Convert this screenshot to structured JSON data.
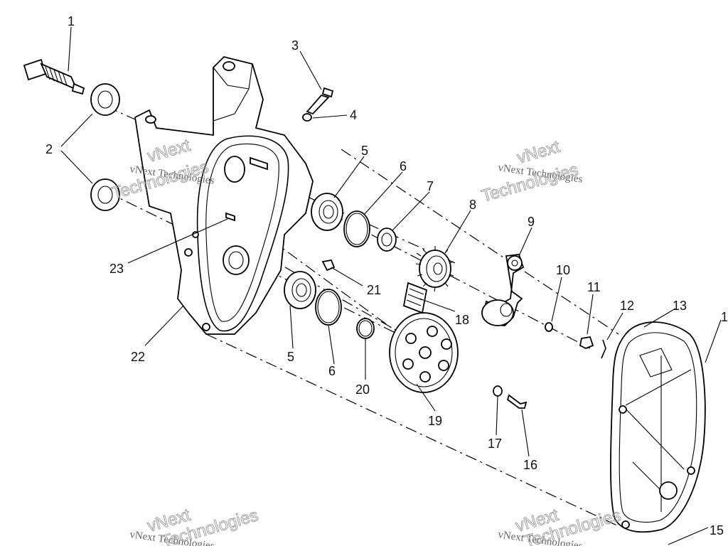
{
  "callouts": [
    "1",
    "2",
    "3",
    "4",
    "5",
    "6",
    "7",
    "8",
    "9",
    "10",
    "11",
    "12",
    "13",
    "1",
    "23",
    "21",
    "22",
    "5",
    "6",
    "20",
    "18",
    "19",
    "17",
    "16",
    "15"
  ],
  "watermark": {
    "company": "vNext Technologies",
    "brand_line1": "vNext",
    "brand_line2": "Technologies"
  }
}
